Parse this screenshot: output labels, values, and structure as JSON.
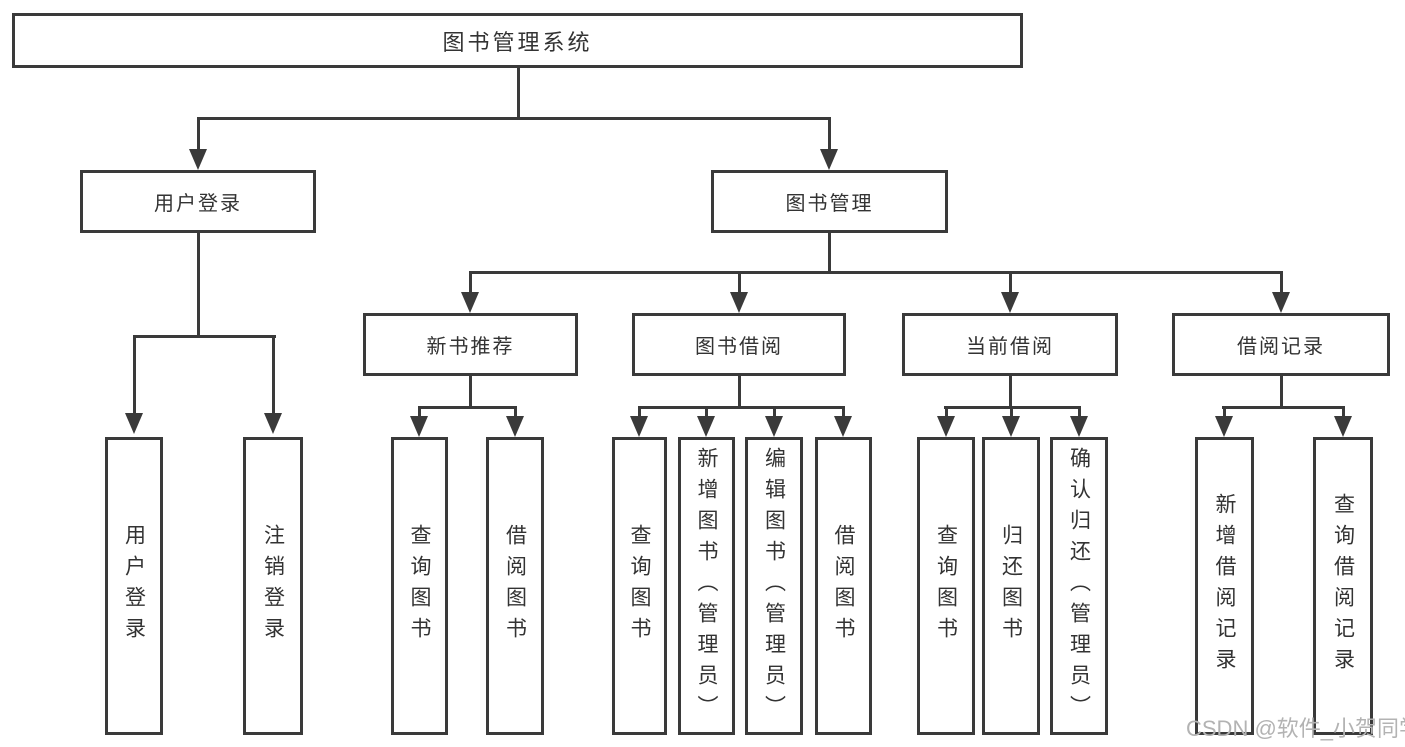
{
  "title": "图书管理系统",
  "level2": {
    "user_login": "用户登录",
    "book_management": "图书管理"
  },
  "level3": {
    "new_book_recommend": "新书推荐",
    "book_borrow": "图书借阅",
    "current_borrow": "当前借阅",
    "borrow_records": "借阅记录"
  },
  "leaves": {
    "user_login": "用户登录",
    "logout": "注销登录",
    "rec_query_book": "查询图书",
    "rec_borrow_book": "借阅图书",
    "bb_query_book": "查询图书",
    "bb_add_book": "新增图书（管理员）",
    "bb_edit_book": "编辑图书（管理员）",
    "bb_borrow_book": "借阅图书",
    "cb_query_book": "查询图书",
    "cb_return_book": "归还图书",
    "cb_confirm_return": "确认归还（管理员）",
    "br_add_record": "新增借阅记录",
    "br_query_record": "查询借阅记录"
  },
  "watermark": "CSDN @软件_小贺同学",
  "colors": {
    "line": "#3a3a3a",
    "text": "#333333",
    "watermark": "#b3b3b3",
    "background": "#ffffff"
  }
}
